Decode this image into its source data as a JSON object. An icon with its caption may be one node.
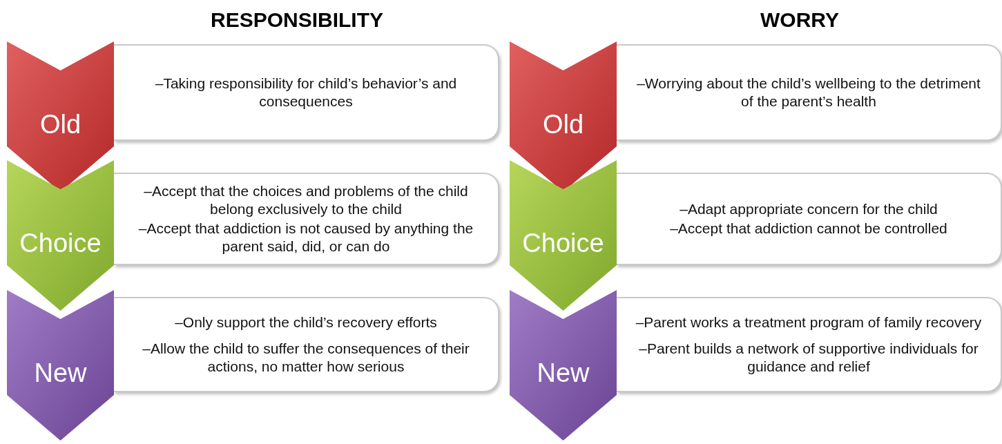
{
  "diagram": {
    "nodes": [
      {
        "text": [
          "Old"
        ]
      },
      {
        "text": [
          "–Taking responsibility for child’s behavior’s and consequences"
        ]
      },
      {
        "text": [
          "Choice"
        ]
      },
      {
        "text": [
          "–Accept that the choices and problems of the child belong exclusively to the child",
          "–Accept that addiction is not caused by anything the parent said, did, or can do"
        ]
      },
      {
        "text": [
          "New"
        ]
      },
      {
        "text": [
          "–Only support the child’s recovery efforts",
          "–Allow the child to suffer the consequences of their actions, no matter how serious"
        ]
      },
      {
        "text": [
          "Old"
        ]
      },
      {
        "text": [
          "–Worrying about the child’s wellbeing to the detriment of the parent’s health"
        ]
      },
      {
        "text": [
          "Choice"
        ]
      },
      {
        "text": [
          "–Adapt appropriate concern for the child",
          "–Accept that addiction cannot be controlled"
        ]
      },
      {
        "text": [
          "New"
        ]
      },
      {
        "text": [
          "–Parent works a treatment program of family recovery",
          "–Parent builds a network of supportive individuals for guidance and relief"
        ]
      }
    ],
    "labels": [
      "RESPONSIBILITY",
      "WORRY"
    ]
  }
}
